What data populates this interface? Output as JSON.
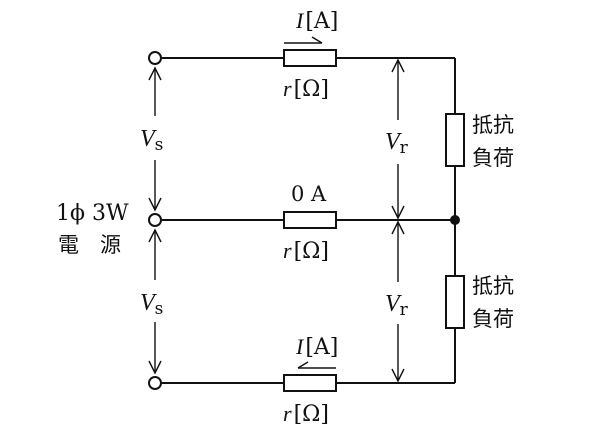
{
  "current_top": {
    "symbol": "I",
    "unit": "[A]"
  },
  "current_bottom": {
    "symbol": "I",
    "unit": "[A]"
  },
  "current_neutral": {
    "value": "0 A"
  },
  "resistance": {
    "symbol": "r",
    "unit": "[Ω]"
  },
  "source": {
    "line1": "1ϕ 3W",
    "line2": "電　源"
  },
  "voltage_source": {
    "symbol": "V",
    "subscript": "s"
  },
  "voltage_receive": {
    "symbol": "V",
    "subscript": "r"
  },
  "load": {
    "line1": "抵抗",
    "line2": "負荷"
  }
}
